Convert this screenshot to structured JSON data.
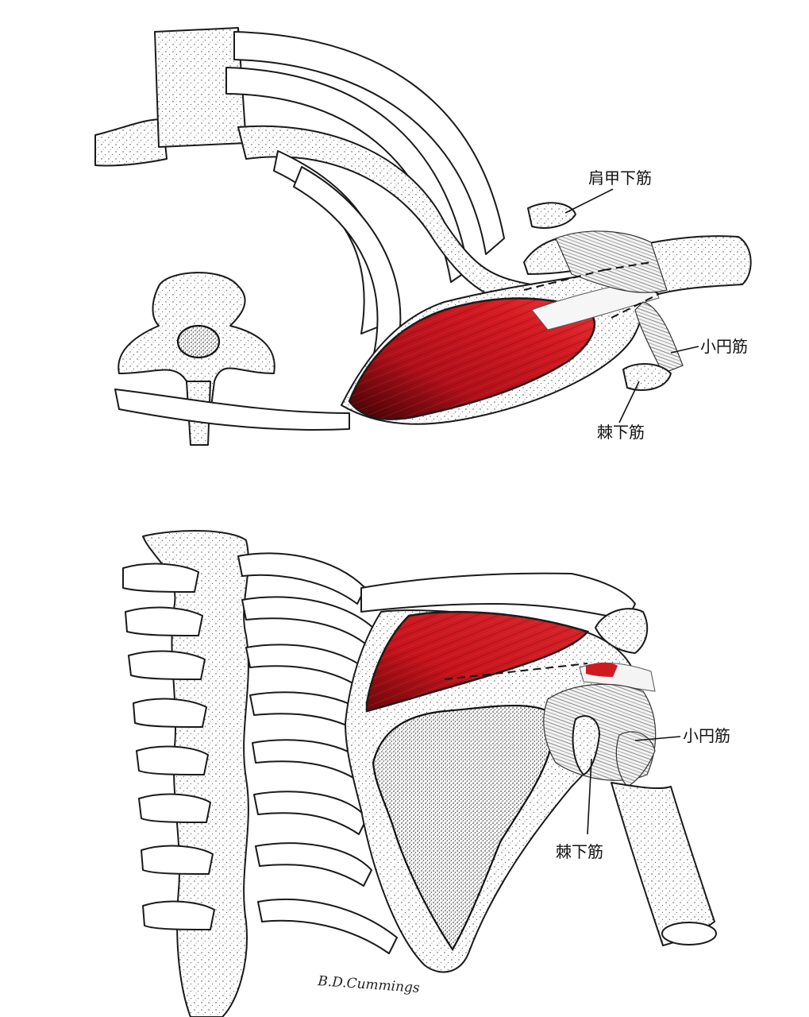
{
  "figure_top": {
    "labels": {
      "subscapularis": "肩甲下筋",
      "teres_minor": "小円筋",
      "infraspinatus": "棘下筋"
    }
  },
  "figure_bottom": {
    "labels": {
      "teres_minor": "小円筋",
      "infraspinatus": "棘下筋"
    },
    "signature": "B.D.Cummings"
  },
  "colors": {
    "muscle_red": "#c8141c",
    "muscle_dark": "#5a0508",
    "ink": "#1a1a1a",
    "background": "#ffffff"
  }
}
